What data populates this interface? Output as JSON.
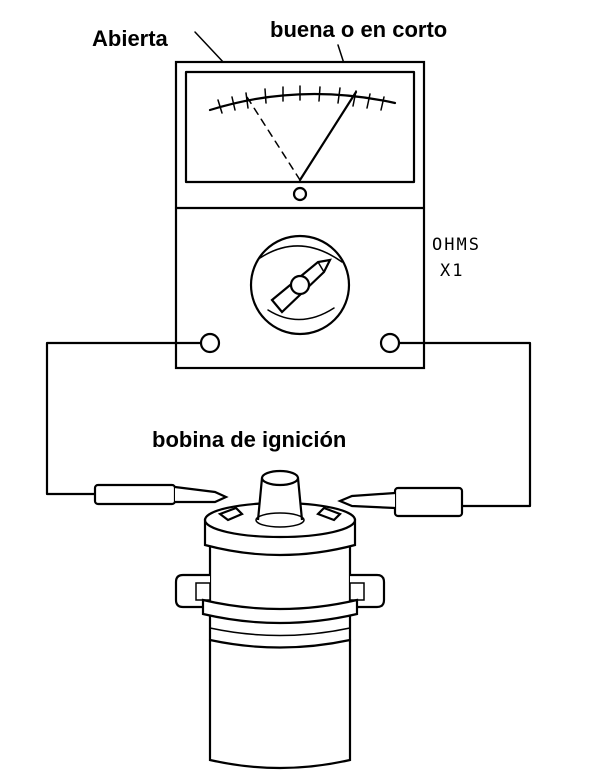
{
  "labels": {
    "open": "Abierta",
    "good_or_short": "buena o en corto",
    "range_unit": "OHMS",
    "range_multiplier": "X1",
    "coil": "bobina de ignición"
  }
}
